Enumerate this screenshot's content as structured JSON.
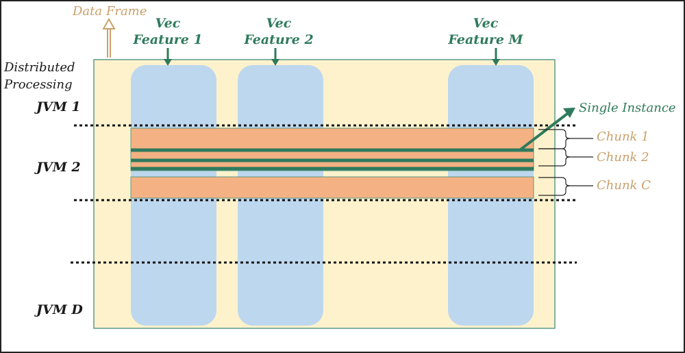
{
  "colors": {
    "frame_fill": "#fef2cc",
    "frame_stroke": "#5a9a86",
    "column_fill": "#bdd7ee",
    "chunk_fill": "#f4b183",
    "chunk_stroke": "#5a9a86",
    "instance_line": "#2f7a5d",
    "arrow_green": "#2f7a5d",
    "arrow_tan": "#c9a06a",
    "text_dark": "#1a1a1a",
    "text_tan": "#c9a06a",
    "divider": "#111111"
  },
  "data_frame_label": "Data Frame",
  "distributed_processing": [
    "Distributed",
    "Processing"
  ],
  "jvms": [
    "JVM 1",
    "JVM 2",
    "JVM D"
  ],
  "features": [
    {
      "line1": "Vec",
      "line2": "Feature 1"
    },
    {
      "line1": "Vec",
      "line2": "Feature 2"
    },
    {
      "line1": "Vec",
      "line2": "Feature M"
    }
  ],
  "single_instance_label": "Single Instance",
  "chunks": [
    "Chunk 1",
    "Chunk 2",
    "Chunk C"
  ]
}
